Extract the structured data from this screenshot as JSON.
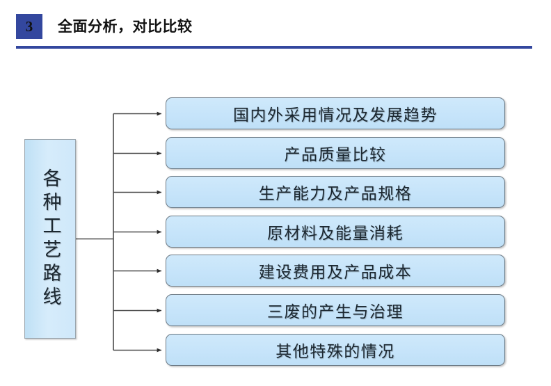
{
  "header": {
    "number": "3",
    "title": "全面分析，对比比较",
    "badge_color": "#33479E",
    "rule_color": "#33479E"
  },
  "diagram": {
    "root": {
      "label": "各种工艺路线",
      "fill_color": "#CBE6F9",
      "border_color": "#9AA5AD",
      "orientation": "vertical"
    },
    "items": [
      {
        "label": "国内外采用情况及发展趋势"
      },
      {
        "label": "产品质量比较"
      },
      {
        "label": "生产能力及产品规格"
      },
      {
        "label": "原材料及能量消耗"
      },
      {
        "label": "建设费用及产品成本"
      },
      {
        "label": "三废的产生与治理"
      },
      {
        "label": "其他特殊的情况"
      }
    ],
    "item_fill_color": "#C6E4FA",
    "item_border_color": "#6D7B86",
    "connector_color": "#3A3A3A"
  }
}
